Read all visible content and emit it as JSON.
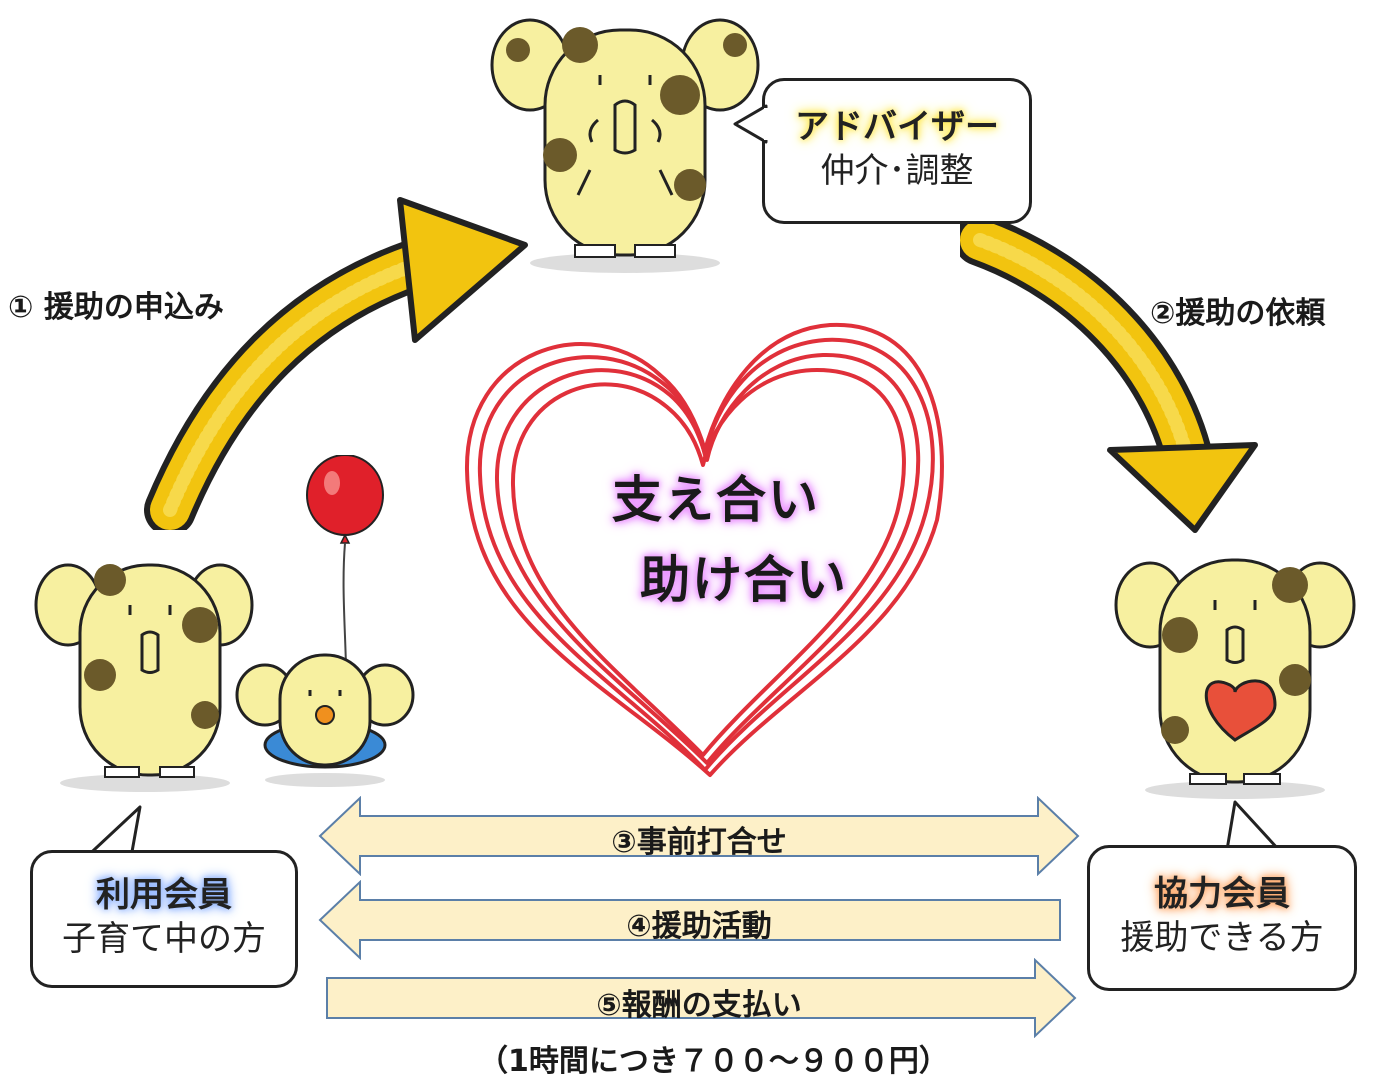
{
  "steps": {
    "apply": "① 援助の申込み",
    "request": "②援助の依頼"
  },
  "advisor": {
    "role": "アドバイザー",
    "desc": "仲介･調整"
  },
  "user_member": {
    "role": "利用会員",
    "desc": "子育て中の方"
  },
  "support_member": {
    "role": "協力会員",
    "desc": "援助できる方"
  },
  "heart": {
    "line1": "支え合い",
    "line2": "助け合い"
  },
  "flows": {
    "meeting": "③事前打合せ",
    "activity": "④援助活動",
    "payment": "⑤報酬の支払い"
  },
  "fee": "（1時間につき７００～９００円）",
  "colors": {
    "elephant_body": "#f7f0a0",
    "elephant_spot": "#6b5a2a",
    "arrow_gold": "#f2c40f",
    "flow_arrow_fill": "#fdf0c8",
    "flow_arrow_stroke": "#5b7fa8",
    "heart_red": "#e0303a"
  },
  "icons": [
    "elephant-advisor-icon",
    "elephant-parent-icon",
    "elephant-child-icon",
    "balloon-icon",
    "elephant-supporter-icon",
    "heart-icon"
  ]
}
